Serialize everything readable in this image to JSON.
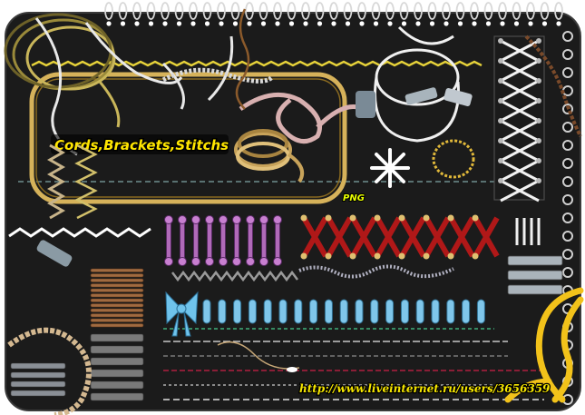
{
  "title": "Cords,Brackets,Stitchs",
  "badge": "PNG",
  "url": "http://www.liveinternet.ru/users/3656359",
  "colors": {
    "background": "#1b1b1b",
    "accent_yellow": "#f6e600",
    "ribbon_red": "#b01818",
    "bracket_blue": "#7fc6ea",
    "bracket_purple": "#a04aa0",
    "rope_gold": "#c8a34a"
  }
}
